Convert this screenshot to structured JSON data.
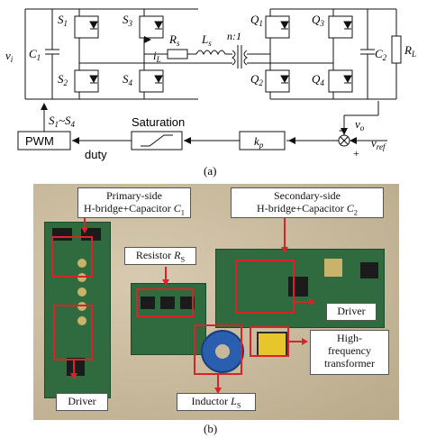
{
  "schematic": {
    "vi": "v",
    "vi_sub": "i",
    "c1": "C",
    "c1_sub": "1",
    "c2": "C",
    "c2_sub": "2",
    "rl": "R",
    "rl_sub": "L",
    "s1": "S",
    "s1_sub": "1",
    "s2": "S",
    "s2_sub": "2",
    "s3": "S",
    "s3_sub": "3",
    "s4": "S",
    "s4_sub": "4",
    "q1": "Q",
    "q1_sub": "1",
    "q2": "Q",
    "q2_sub": "2",
    "q3": "Q",
    "q3_sub": "3",
    "q4": "Q",
    "q4_sub": "4",
    "rs": "R",
    "rs_sub": "s",
    "ls": "L",
    "ls_sub": "s",
    "il": "i",
    "il_sub": "L",
    "ratio": "n:1",
    "vo": "v",
    "vo_sub": "o",
    "vref": "v",
    "vref_sub": "ref",
    "kp": "k",
    "kp_sub": "p",
    "saturation": "Saturation",
    "pwm": "PWM",
    "duty": "duty",
    "signals_a": "S",
    "signals_a_sub": "1",
    "signals_sep": "~",
    "signals_b": "S",
    "signals_b_sub": "4",
    "minus": "-",
    "plus": "+",
    "caption": "(a)"
  },
  "photo": {
    "primary_line1": "Primary-side",
    "primary_line2a": "H-bridge+Capacitor ",
    "primary_line2b": "C",
    "primary_line2c": "1",
    "secondary_line1": "Secondary-side",
    "secondary_line2a": "H-bridge+Capacitor ",
    "secondary_line2b": "C",
    "secondary_line2c": "2",
    "resistor_a": "Resistor ",
    "resistor_b": "R",
    "resistor_c": "S",
    "driver_right": "Driver",
    "driver_left": "Driver",
    "hf_line1": "High-",
    "hf_line2": "frequency",
    "hf_line3": "transformer",
    "inductor_a": "Inductor ",
    "inductor_b": "L",
    "inductor_c": "S",
    "caption": "(b)"
  },
  "colors": {
    "highlight": "#d8232a",
    "pcb": "#2f6b3e",
    "board_bg": "#c7b89b"
  }
}
